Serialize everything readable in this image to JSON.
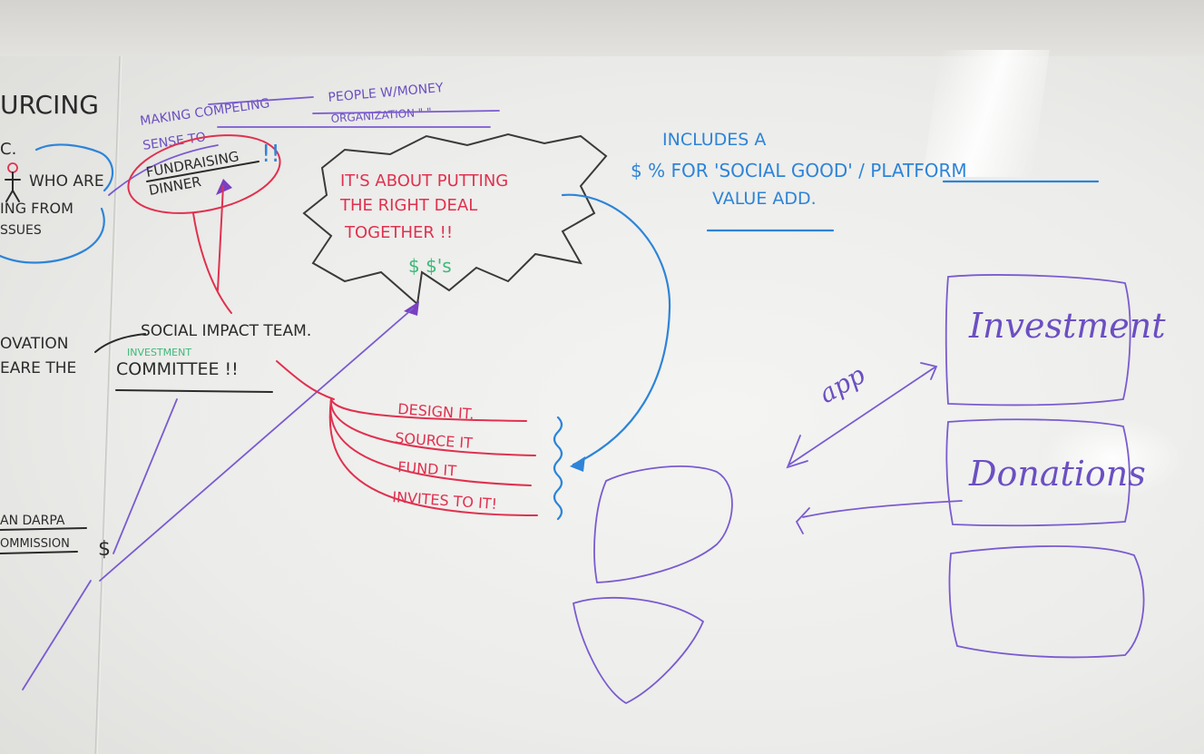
{
  "left_fragments": {
    "sourcing": "URCING",
    "etc": "C.",
    "who_are": "WHO ARE",
    "ing_from": "ING FROM",
    "issues": "SSUES",
    "ovation": "OVATION",
    "eare_the": "EARE THE",
    "darpa": "AN DARPA",
    "ommission": "OMMISSION",
    "dollar": "$"
  },
  "top_notes": {
    "making_compeling": "MAKING COMPELING",
    "sense_to": "SENSE TO",
    "people_money": "PEOPLE W/MONEY",
    "organization": "ORGANIZATION \"  \""
  },
  "fundraising": {
    "line1": "FUNDRAISING",
    "line2": "DINNER",
    "exclaim": "!!"
  },
  "burst": {
    "line1": "IT'S ABOUT PUTTING",
    "line2": "THE RIGHT DEAL",
    "line3": "TOGETHER !!",
    "money": "$ $'s"
  },
  "blue_note": {
    "line1": "INCLUDES A",
    "line2": "$ % FOR 'SOCIAL GOOD' / PLATFORM",
    "line3": "VALUE ADD."
  },
  "team": {
    "social_impact": "SOCIAL IMPACT TEAM.",
    "investment": "INVESTMENT",
    "committee": "COMMITTEE !!"
  },
  "red_list": [
    "DESIGN IT.",
    "SOURCE IT",
    "FUND IT",
    "INVITES TO IT!"
  ],
  "purple_boxes": {
    "investment": "Investment",
    "donations": "Donations",
    "app": "app"
  }
}
